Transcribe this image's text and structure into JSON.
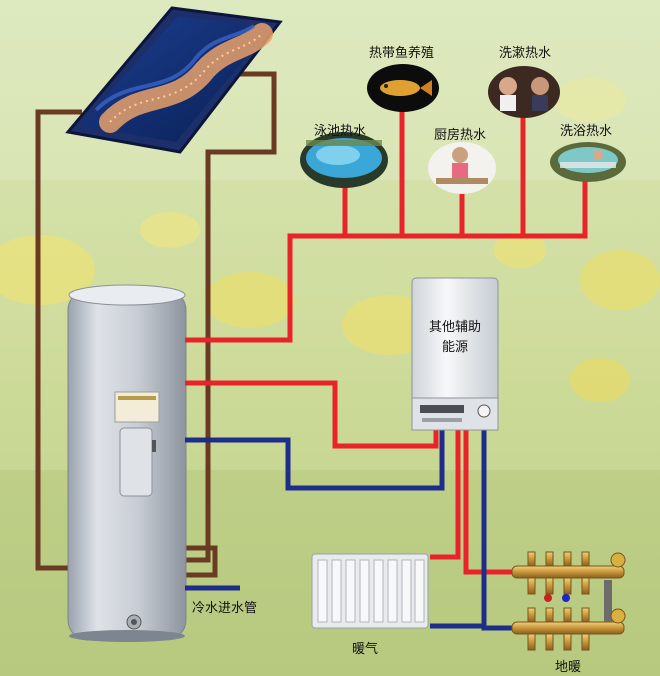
{
  "labels": {
    "fish_farming": "热带鱼养殖",
    "gargle_water": "洗漱热水",
    "pool_water": "泳池热水",
    "kitchen_water": "厨房热水",
    "bath_water": "洗浴热水",
    "aux_energy_line1": "其他辅助",
    "aux_energy_line2": "能源",
    "cold_inlet": "冷水进水管",
    "radiator": "暖气",
    "floor_heating": "地暖"
  },
  "colors": {
    "hot_pipe": "#e8242a",
    "cold_pipe": "#1f2d8a",
    "collector_loop": "#6a3a22",
    "tank": "#c9ced6",
    "boiler": "#e9ecef",
    "background": "#d6e2a8"
  },
  "icons": [
    "solar-collector-icon",
    "storage-tank-icon",
    "boiler-icon",
    "radiator-icon",
    "manifold-icon",
    "pool-icon",
    "fish-icon",
    "kitchen-icon",
    "gargle-icon",
    "bathtub-icon"
  ]
}
